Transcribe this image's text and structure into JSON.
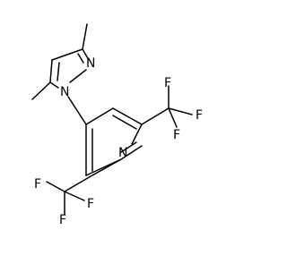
{
  "molecule": {
    "atoms": {
      "n_pz_top": "N",
      "n_pz_link": "N",
      "n_py": "N",
      "f1_right": "F",
      "f2_right": "F",
      "f3_right": "F",
      "f1_left": "F",
      "f2_left": "F",
      "f3_left": "F"
    }
  }
}
